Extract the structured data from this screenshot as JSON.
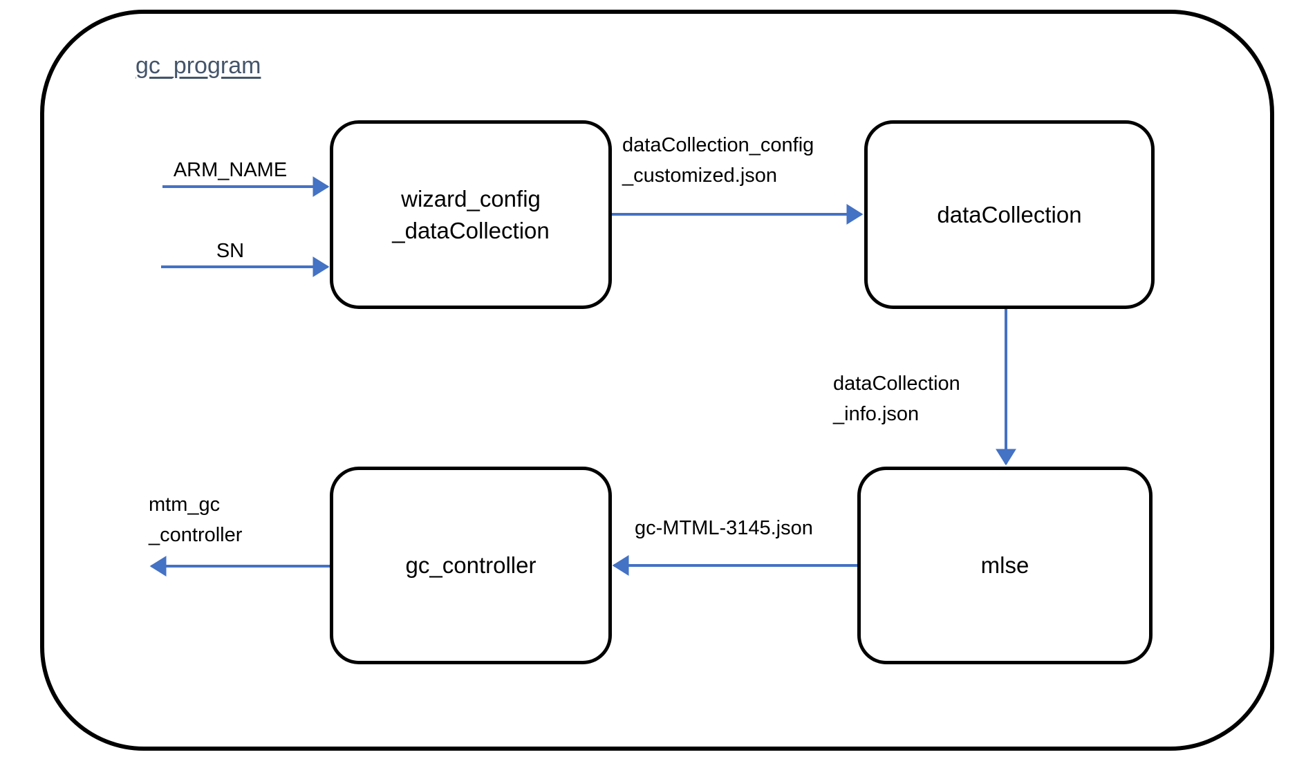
{
  "diagram": {
    "title": "gc_program",
    "nodes": {
      "wizard_config": {
        "line1": "wizard_config",
        "line2": "_dataCollection"
      },
      "data_collection": {
        "label": "dataCollection"
      },
      "gc_controller": {
        "label": "gc_controller"
      },
      "mlse": {
        "label": "mlse"
      }
    },
    "edge_labels": {
      "arm_name": {
        "label": "ARM_NAME"
      },
      "sn": {
        "label": "SN"
      },
      "data_collection_config": {
        "line1": "dataCollection_config",
        "line2": "_customized.json"
      },
      "data_collection_info": {
        "line1": "dataCollection",
        "line2": "_info.json"
      },
      "gc_mtml": {
        "label": "gc-MTML-3145.json"
      },
      "mtm_gc_controller": {
        "line1": "mtm_gc",
        "line2": "_controller"
      }
    },
    "colors": {
      "arrow": "#4472C4",
      "node_border": "#000000",
      "title": "#44546A",
      "text": "#000000"
    }
  }
}
